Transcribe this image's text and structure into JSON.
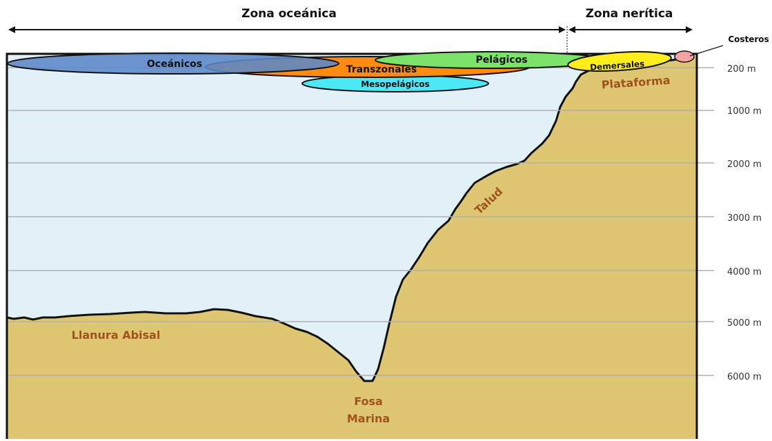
{
  "zones": {
    "oceanic": "Zona oceánica",
    "neritic": "Zona nerítica"
  },
  "depth_levels": [
    {
      "label": "200 m",
      "depth_m": 200
    },
    {
      "label": "1000 m",
      "depth_m": 1000
    },
    {
      "label": "2000 m",
      "depth_m": 2000
    },
    {
      "label": "3000 m",
      "depth_m": 3000
    },
    {
      "label": "4000 m",
      "depth_m": 4000
    },
    {
      "label": "5000 m",
      "depth_m": 5000
    },
    {
      "label": "6000 m",
      "depth_m": 6000
    }
  ],
  "fish_groups": {
    "oceanicos": "Oceánicos",
    "transzonales": "Transzonales",
    "pelagicos": "Pelágicos",
    "mesopelagicos": "Mesopelágicos",
    "demersales": "Demersales",
    "costeros": "Costeros"
  },
  "seafloor_features": {
    "plataforma": "Plataforma",
    "talud": "Talud",
    "llanura": "Llanura Abisal",
    "fosa_line1": "Fosa",
    "fosa_line2": "Marina"
  },
  "colors": {
    "water": "#e1f1f7",
    "seabed": "#dec673",
    "oceanicos": "#5b87c9",
    "transzonales": "#ff8c0f",
    "pelagicos": "#7be26a",
    "mesopelagicos": "#4be8f5",
    "demersales": "#ffee1a",
    "costeros": "#f4a3a3",
    "feature_text": "#a0521d"
  }
}
